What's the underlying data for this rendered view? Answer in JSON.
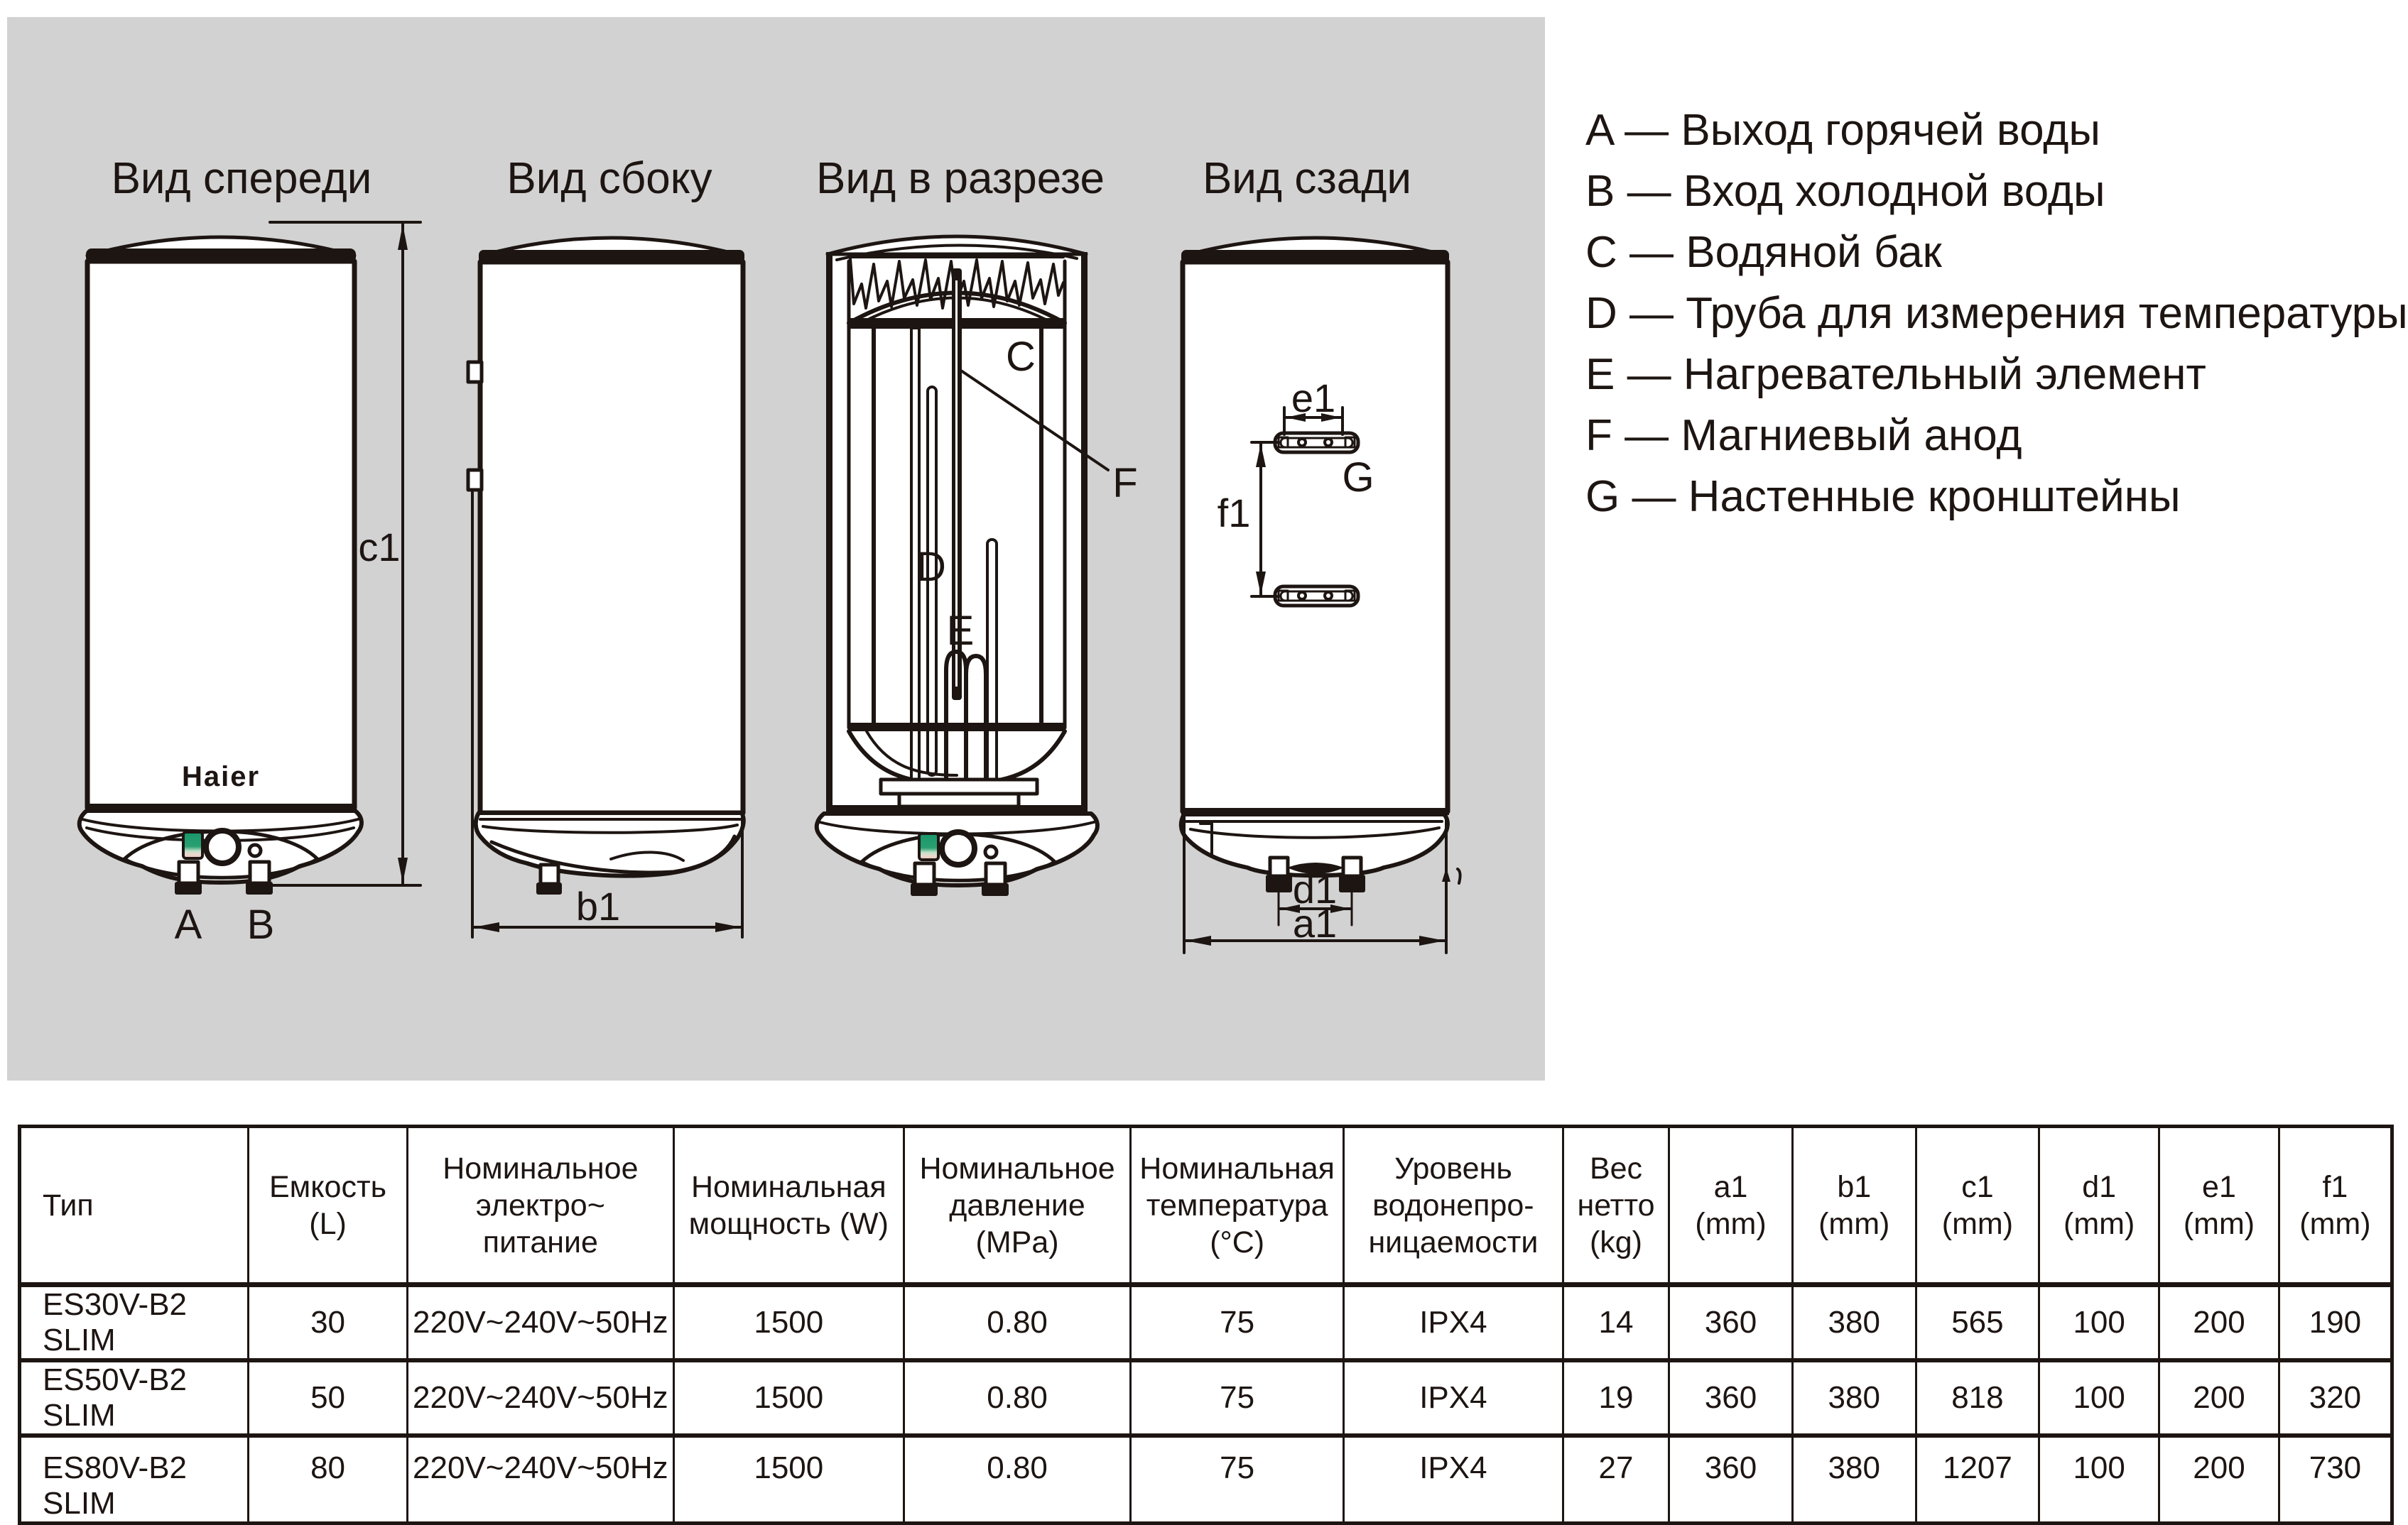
{
  "colors": {
    "panel": "#d2d2d2",
    "line": "#1d1512",
    "indicator_green": "#1a9a6c",
    "indicator_pink": "#eac6bd"
  },
  "views": {
    "front": {
      "title": "Вид спереди",
      "brand": "Haier",
      "labels": {
        "a": "A",
        "b": "B",
        "c1": "c1"
      }
    },
    "side": {
      "title": "Вид сбоку",
      "labels": {
        "b1": "b1"
      }
    },
    "section": {
      "title": "Вид в разрезе",
      "labels": {
        "c": "C",
        "d": "D",
        "e": "E",
        "f": "F"
      }
    },
    "rear": {
      "title": "Вид сзади",
      "labels": {
        "e1": "e1",
        "g": "G",
        "f1": "f1",
        "d1": "d1",
        "a1": "a1"
      }
    }
  },
  "legend": {
    "items": [
      "A — Выход горячей воды",
      "B — Вход холодной воды",
      "C — Водяной бак",
      "D — Труба для измерения температуры",
      "E — Нагревательный элемент",
      "F — Магниевый анод",
      "G — Настенные кронштейны"
    ]
  },
  "table": {
    "headers": [
      "Тип",
      "Емкость\n(L)",
      "Номинальное\nэлектро~\nпитание",
      "Номинальная\nмощность (W)",
      "Номинальное\nдавление\n(MPa)",
      "Номинальная\nтемпература\n(°C)",
      "Уровень\nводонепро-\nницаемости",
      "Вес\nнетто\n(kg)",
      "a1\n(mm)",
      "b1\n(mm)",
      "c1\n(mm)",
      "d1\n(mm)",
      "e1\n(mm)",
      "f1\n(mm)"
    ],
    "rows": [
      [
        "ES30V-B2 SLIM",
        "30",
        "220V~240V~50Hz",
        "1500",
        "0.80",
        "75",
        "IPX4",
        "14",
        "360",
        "380",
        "565",
        "100",
        "200",
        "190"
      ],
      [
        "ES50V-B2 SLIM",
        "50",
        "220V~240V~50Hz",
        "1500",
        "0.80",
        "75",
        "IPX4",
        "19",
        "360",
        "380",
        "818",
        "100",
        "200",
        "320"
      ],
      [
        "ES80V-B2 SLIM",
        "80",
        "220V~240V~50Hz",
        "1500",
        "0.80",
        "75",
        "IPX4",
        "27",
        "360",
        "380",
        "1207",
        "100",
        "200",
        "730"
      ]
    ]
  }
}
